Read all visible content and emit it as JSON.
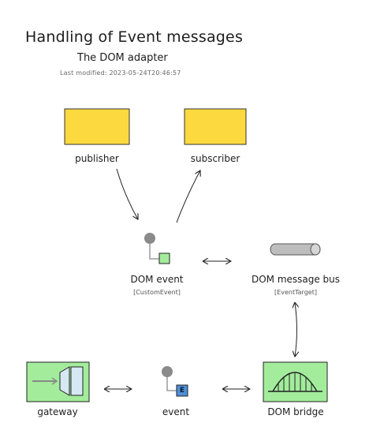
{
  "header": {
    "title": "Handling of Event messages",
    "subtitle": "The DOM adapter",
    "last_modified": "Last modified: 2023-05-24T20:46:57"
  },
  "nodes": {
    "publisher": {
      "label": "publisher"
    },
    "subscriber": {
      "label": "subscriber"
    },
    "dom_event": {
      "label": "DOM event",
      "type": "[CustomEvent]"
    },
    "message_bus": {
      "label": "DOM message bus",
      "type": "[EventTarget]"
    },
    "gateway": {
      "label": "gateway"
    },
    "event": {
      "label": "event",
      "badge": "E"
    },
    "dom_bridge": {
      "label": "DOM bridge"
    }
  },
  "colors": {
    "yellow_box": "#fcd93f",
    "green_box": "#a3ec9c",
    "bullet_gray": "#8a8a8a",
    "event_badge": "#4f8fd6"
  }
}
